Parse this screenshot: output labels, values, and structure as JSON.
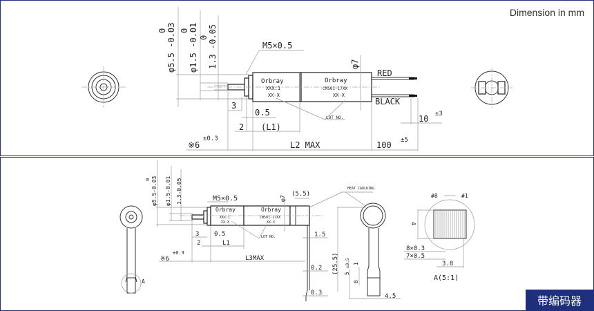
{
  "header": {
    "units": "Dimension in mm"
  },
  "top_view": {
    "dia_outer": "φ5.5 -0.03",
    "dia_outer_tol_upper": "0",
    "dia_shaft": "φ1.5 -0.01",
    "dia_shaft_tol_upper": "0",
    "flat": "1.3 -0.05",
    "flat_tol_upper": "0",
    "thread": "M5×0.5",
    "brand": "Orbray",
    "gear_ratio": "XXX:1",
    "gear_lot": "XX-X",
    "motor_model": "CM501-17XX",
    "motor_lot": "XX-X",
    "lot_label": "LOT NO.",
    "dia_body": "φ7",
    "lead_red": "RED",
    "lead_black": "BLACK",
    "dim_3": "3",
    "dim_05": "0.5",
    "dim_2": "2",
    "dim_l1": "(L1)",
    "dim_6": "※6",
    "dim_6_tol": "±0.3",
    "dim_l2": "L2 MAX",
    "dim_100": "100",
    "dim_100_tol": "±5",
    "dim_10": "10",
    "dim_10_tol": "±3"
  },
  "bottom_view": {
    "dia_outer": "φ5.5-0.03",
    "dia_shaft": "φ1.5-0.01",
    "flat": "1.3-0.05",
    "tol_zero": "0",
    "thread": "M5×0.5",
    "brand": "Orbray",
    "gear_ratio": "XXX:1",
    "gear_lot": "XX-X",
    "motor_model": "CM501-17XX",
    "motor_lot": "XX-X",
    "lot_label": "LOT NO.",
    "dia_body": "φ7",
    "dim_55": "(5.5)",
    "heat_caulking": "HEAT CAULKING",
    "dim_3": "3",
    "dim_05": "0.5",
    "dim_2": "2",
    "dim_l1": "L1",
    "dim_6": "※6",
    "dim_6_tol": "±0.3",
    "dim_l3": "L3MAX",
    "dim_15": "1.5",
    "dim_02": "0.2",
    "dim_03": "0.3",
    "dim_255": "(25.5)",
    "dim_5": "5",
    "dim_5_tol": "±0.5",
    "dim_1": "1",
    "dim_8": "8",
    "dim_45": "4.5",
    "detail_marker": "A"
  },
  "detail_a": {
    "pin8": "#8",
    "pin1": "#1",
    "height": "4",
    "pitch1": "8×0.3",
    "pitch2": "7×0.5",
    "width": "3.8",
    "title": "A(5:1)"
  },
  "badge": {
    "label": "带编码器"
  }
}
